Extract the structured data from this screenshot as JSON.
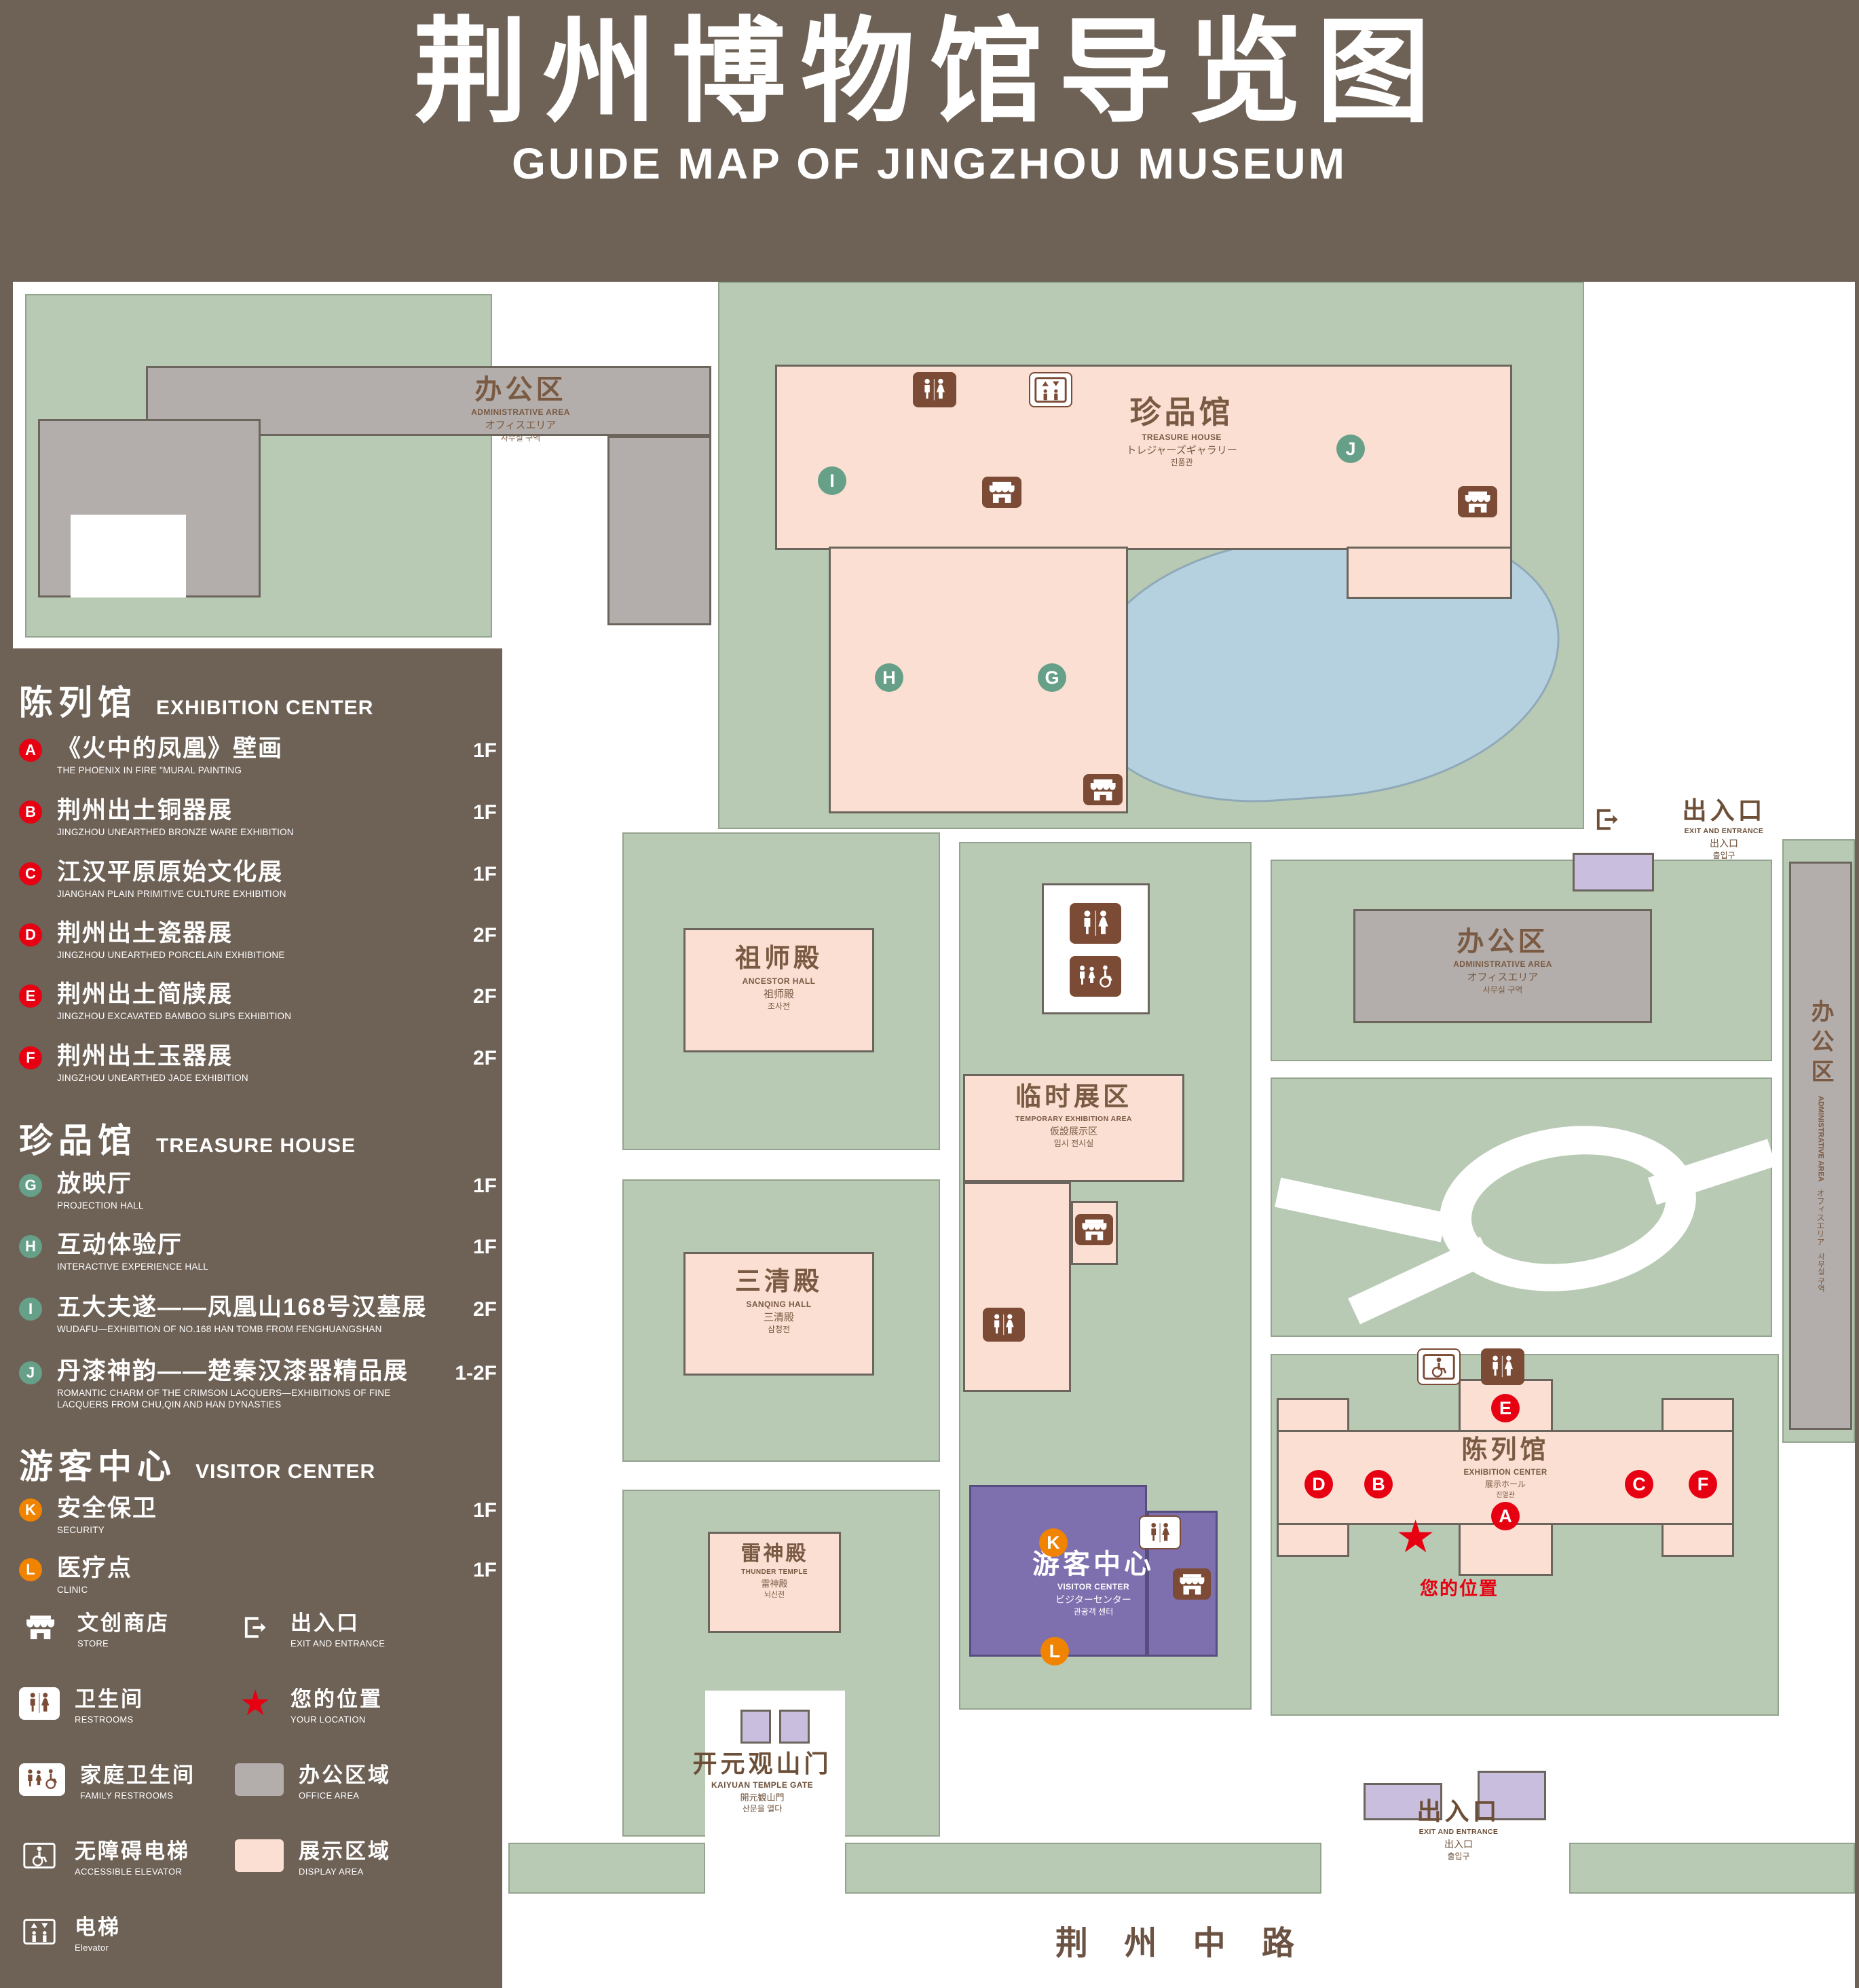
{
  "title": {
    "zh": "荆州博物馆导览图",
    "en": "GUIDE MAP OF JINGZHOU MUSEUM"
  },
  "colors": {
    "background": "#6e6156",
    "lawn": "#b8cab4",
    "display_area": "#fadfd2",
    "office_area": "#b3aeab",
    "water": "#b5d1e0",
    "visitor_center": "#7e6fae",
    "entrance_building": "#c9bede",
    "marker_red": "#e60012",
    "marker_green": "#66a089",
    "marker_orange": "#f08300",
    "icon_brown": "#7b4b36",
    "location_red": "#e60012"
  },
  "legend": {
    "sections": [
      {
        "zh": "陈列馆",
        "en": "EXHIBITION CENTER",
        "items": [
          {
            "key": "A",
            "zh": "《火中的凤凰》壁画",
            "en": "THE PHOENIX IN FIRE \"MURAL PAINTING",
            "floor": "1F"
          },
          {
            "key": "B",
            "zh": "荆州出土铜器展",
            "en": "JINGZHOU UNEARTHED BRONZE WARE EXHIBITION",
            "floor": "1F"
          },
          {
            "key": "C",
            "zh": "江汉平原原始文化展",
            "en": "JIANGHAN PLAIN PRIMITIVE CULTURE EXHIBITION",
            "floor": "1F"
          },
          {
            "key": "D",
            "zh": "荆州出土瓷器展",
            "en": "JINGZHOU UNEARTHED PORCELAIN EXHIBITIONE",
            "floor": "2F"
          },
          {
            "key": "E",
            "zh": "荆州出土简牍展",
            "en": "JINGZHOU EXCAVATED BAMBOO SLIPS EXHIBITION",
            "floor": "2F"
          },
          {
            "key": "F",
            "zh": "荆州出土玉器展",
            "en": "JINGZHOU UNEARTHED JADE EXHIBITION",
            "floor": "2F"
          }
        ]
      },
      {
        "zh": "珍品馆",
        "en": "TREASURE HOUSE",
        "items": [
          {
            "key": "G",
            "zh": "放映厅",
            "en": "PROJECTION HALL",
            "floor": "1F"
          },
          {
            "key": "H",
            "zh": "互动体验厅",
            "en": "INTERACTIVE EXPERIENCE HALL",
            "floor": "1F"
          },
          {
            "key": "I",
            "zh": "五大夫遂——凤凰山168号汉墓展",
            "en": "WUDAFU—EXHIBITION OF NO.168 HAN TOMB FROM FENGHUANGSHAN",
            "floor": "2F"
          },
          {
            "key": "J",
            "zh": "丹漆神韵——楚秦汉漆器精品展",
            "en": "ROMANTIC CHARM OF THE CRIMSON LACQUERS—EXHIBITIONS OF FINE LACQUERS FROM CHU,QIN AND HAN DYNASTIES",
            "floor": "1-2F"
          }
        ]
      },
      {
        "zh": "游客中心",
        "en": "VISITOR CENTER",
        "items": [
          {
            "key": "K",
            "zh": "安全保卫",
            "en": "SECURITY",
            "floor": "1F"
          },
          {
            "key": "L",
            "zh": "医疗点",
            "en": "CLINIC",
            "floor": "1F"
          }
        ]
      }
    ],
    "symbols": {
      "store": {
        "zh": "文创商店",
        "en": "STORE"
      },
      "exit": {
        "zh": "出入口",
        "en": "EXIT AND ENTRANCE"
      },
      "restrooms": {
        "zh": "卫生间",
        "en": "RESTROOMS"
      },
      "location": {
        "zh": "您的位置",
        "en": "YOUR LOCATION"
      },
      "family": {
        "zh": "家庭卫生间",
        "en": "FAMILY RESTROOMS"
      },
      "office": {
        "zh": "办公区域",
        "en": "OFFICE AREA"
      },
      "accessible": {
        "zh": "无障碍电梯",
        "en": "ACCESSIBLE ELEVATOR"
      },
      "display": {
        "zh": "展示区域",
        "en": "DISPLAY AREA"
      },
      "elevator": {
        "zh": "电梯",
        "en": "Elevator"
      }
    }
  },
  "map": {
    "labels": {
      "admin_nw": {
        "zh": "办公区",
        "en": "ADMINISTRATIVE AREA",
        "ja": "オフィスエリア",
        "ko": "사무실 구역"
      },
      "treasure": {
        "zh": "珍品馆",
        "en": "TREASURE HOUSE",
        "ja": "トレジャーズギャラリー",
        "ko": "진품관"
      },
      "exit_east": {
        "zh": "出入口",
        "en": "EXIT AND ENTRANCE",
        "ja": "出入口",
        "ko": "출입구"
      },
      "admin_east": {
        "zh": "办公区",
        "en": "ADMINISTRATIVE AREA",
        "ja": "オフィスエリア",
        "ko": "사무실 구역"
      },
      "admin_right": {
        "zh": "办公区",
        "en": "ADMINISTRATIVE AREA",
        "ja": "オフィスエリア",
        "ko": "사무실 구역"
      },
      "ancestor": {
        "zh": "祖师殿",
        "en": "ANCESTOR HALL",
        "ja": "祖师殿",
        "ko": "조사전"
      },
      "temporary": {
        "zh": "临时展区",
        "en": "TEMPORARY EXHIBITION AREA",
        "ja": "仮設展示区",
        "ko": "임시 전시실"
      },
      "sanqing": {
        "zh": "三清殿",
        "en": "SANQING HALL",
        "ja": "三清殿",
        "ko": "삼청전"
      },
      "thunder": {
        "zh": "雷神殿",
        "en": "THUNDER TEMPLE",
        "ja": "雷神殿",
        "ko": "뇌신전"
      },
      "visitor": {
        "zh": "游客中心",
        "en": "VISITOR CENTER",
        "ja": "ビジターセンター",
        "ko": "관광객 센터"
      },
      "exhibition": {
        "zh": "陈列馆",
        "en": "EXHIBITION CENTER",
        "ja": "展示ホール",
        "ko": "진열관"
      },
      "gate": {
        "zh": "开元观山门",
        "en": "KAIYUAN TEMPLE GATE",
        "ja": "開元観山門",
        "ko": "산문을 열다"
      },
      "exit_south": {
        "zh": "出入口",
        "en": "EXIT AND ENTRANCE",
        "ja": "出入口",
        "ko": "출입구"
      },
      "your_location": "您的位置",
      "road": "荆 州 中 路"
    },
    "markers": {
      "a": "A",
      "b": "B",
      "c": "C",
      "d": "D",
      "e": "E",
      "f": "F",
      "g": "G",
      "h": "H",
      "i": "I",
      "j": "J",
      "k": "K",
      "l": "L"
    }
  }
}
